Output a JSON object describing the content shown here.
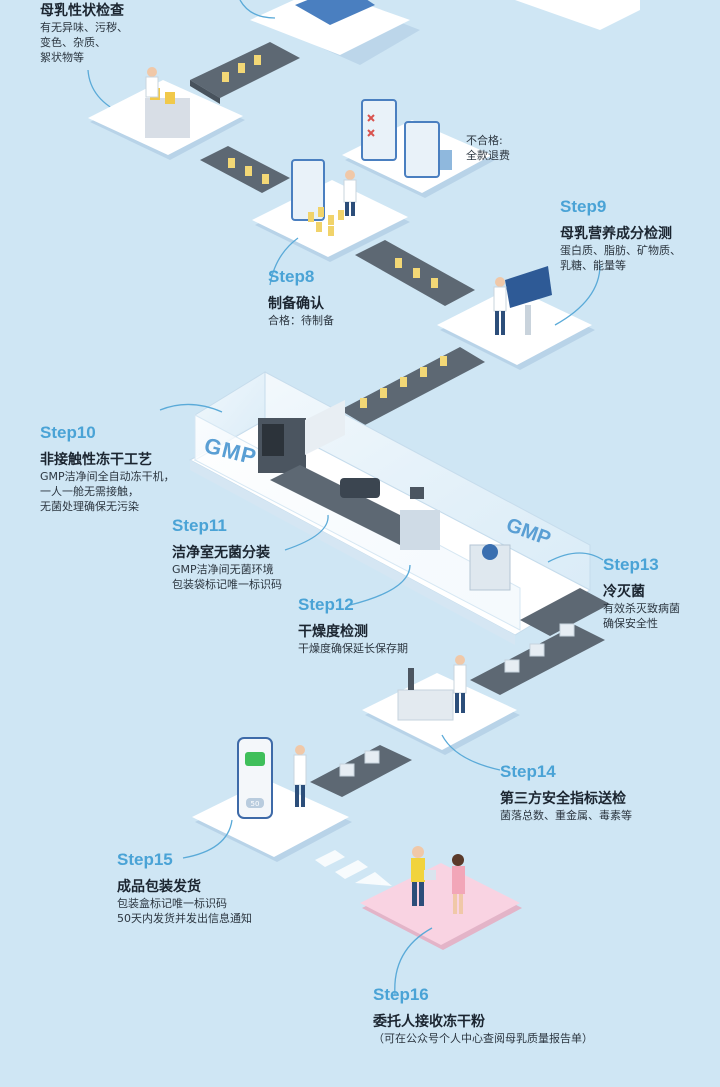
{
  "steps": [
    {
      "id": "s7",
      "step": "",
      "title": "母乳性状检查",
      "desc": [
        "有无异味、污秽、",
        "变色、杂质、",
        "絮状物等"
      ]
    },
    {
      "id": "s7b",
      "step": "",
      "title": "不合格:",
      "desc": [
        "全款退费"
      ]
    },
    {
      "id": "s8",
      "step": "Step8",
      "title": "制备确认",
      "desc": [
        "合格：待制备"
      ]
    },
    {
      "id": "s9",
      "step": "Step9",
      "title": "母乳营养成分检测",
      "desc": [
        "蛋白质、脂肪、矿物质、",
        "乳糖、能量等"
      ]
    },
    {
      "id": "s10",
      "step": "Step10",
      "title": "非接触性冻干工艺",
      "desc": [
        "GMP洁净间全自动冻干机，",
        "一人一舱无需接触，",
        "无菌处理确保无污染"
      ]
    },
    {
      "id": "s11",
      "step": "Step11",
      "title": "洁净室无菌分装",
      "desc": [
        "GMP洁净间无菌环境",
        "包装袋标记唯一标识码"
      ]
    },
    {
      "id": "s12",
      "step": "Step12",
      "title": "干燥度检测",
      "desc": [
        "干燥度确保延长保存期"
      ]
    },
    {
      "id": "s13",
      "step": "Step13",
      "title": "冷灭菌",
      "desc": [
        "有效杀灭致病菌",
        "确保安全性"
      ]
    },
    {
      "id": "s14",
      "step": "Step14",
      "title": "第三方安全指标送检",
      "desc": [
        "菌落总数、重金属、毒素等"
      ]
    },
    {
      "id": "s15",
      "step": "Step15",
      "title": "成品包装发货",
      "desc": [
        "包装盒标记唯一标识码",
        "50天内发货并发出信息通知"
      ]
    },
    {
      "id": "s16",
      "step": "Step16",
      "title": "委托人接收冻干粉",
      "desc": [
        "（可在公众号个人中心查阅母乳质量报告单）"
      ]
    }
  ],
  "gmp_labels": [
    "GMP",
    "GMP"
  ],
  "phone_badge": "50",
  "colors": {
    "background": "#cfe6f4",
    "step": "#4aa3d6",
    "platform": "#ffffff",
    "belt": "#5d6873",
    "receive": "#f9d3e2"
  }
}
